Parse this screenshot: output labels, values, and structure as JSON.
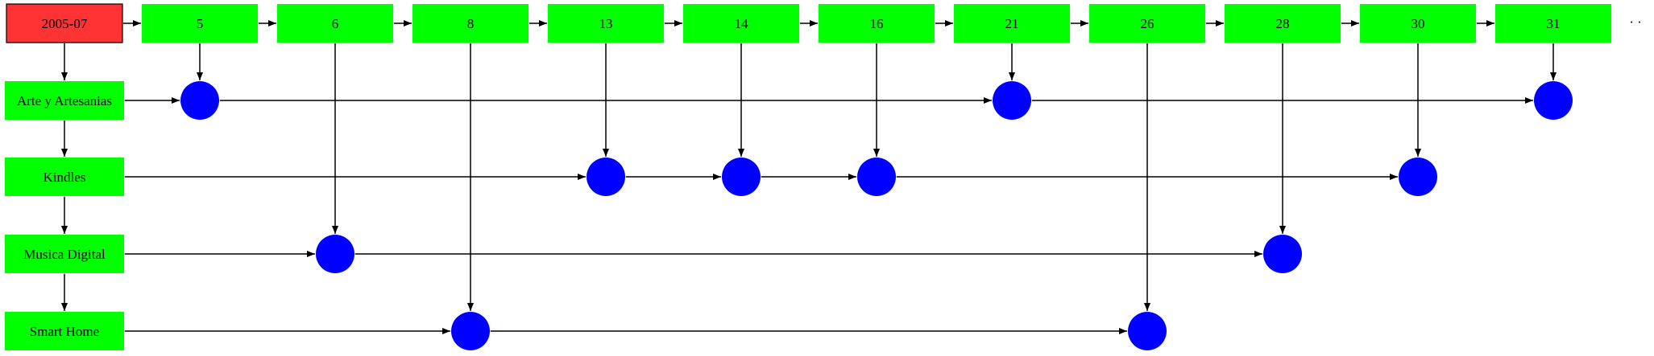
{
  "colors": {
    "month_fill": "#ff3333",
    "day_fill": "#00ff00",
    "category_fill": "#00ff00",
    "event_fill": "#0000ff",
    "edge": "#000000"
  },
  "month": {
    "label": "2005-07"
  },
  "days": [
    {
      "id": "d5",
      "label": "5"
    },
    {
      "id": "d6",
      "label": "6"
    },
    {
      "id": "d8",
      "label": "8"
    },
    {
      "id": "d13",
      "label": "13"
    },
    {
      "id": "d14",
      "label": "14"
    },
    {
      "id": "d16",
      "label": "16"
    },
    {
      "id": "d21",
      "label": "21"
    },
    {
      "id": "d26",
      "label": "26"
    },
    {
      "id": "d28",
      "label": "28"
    },
    {
      "id": "d30",
      "label": "30"
    },
    {
      "id": "d31",
      "label": "31"
    }
  ],
  "trailing_marker": "· ·",
  "categories": [
    {
      "id": "arte",
      "label": "Arte y Artesanias"
    },
    {
      "id": "kindles",
      "label": "Kindles"
    },
    {
      "id": "musica",
      "label": "Musica Digital"
    },
    {
      "id": "smart",
      "label": "Smart Home"
    }
  ],
  "events": [
    {
      "category": "arte",
      "day": "d5"
    },
    {
      "category": "arte",
      "day": "d21"
    },
    {
      "category": "arte",
      "day": "d31"
    },
    {
      "category": "kindles",
      "day": "d13"
    },
    {
      "category": "kindles",
      "day": "d14"
    },
    {
      "category": "kindles",
      "day": "d16"
    },
    {
      "category": "kindles",
      "day": "d30"
    },
    {
      "category": "musica",
      "day": "d6"
    },
    {
      "category": "musica",
      "day": "d28"
    },
    {
      "category": "smart",
      "day": "d8"
    },
    {
      "category": "smart",
      "day": "d26"
    }
  ]
}
